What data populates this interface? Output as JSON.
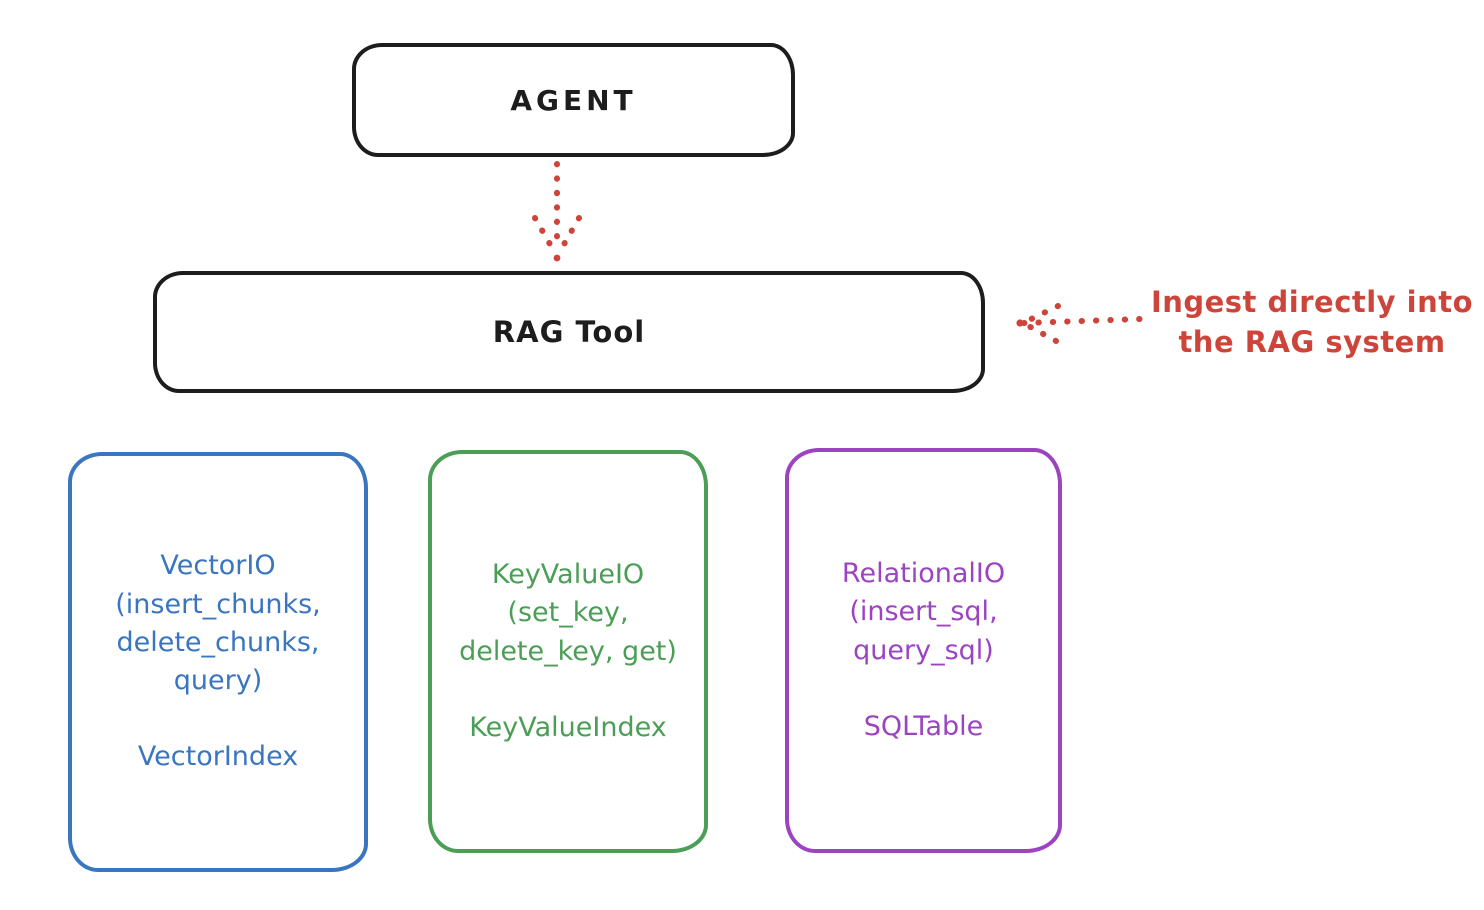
{
  "nodes": {
    "agent": {
      "label": "AGENT"
    },
    "rag_tool": {
      "label": "RAG Tool"
    }
  },
  "annotation": {
    "line1": "Ingest directly into",
    "line2": "the RAG system"
  },
  "storage_nodes": [
    {
      "id": "vector-io",
      "color": "#3a76c0",
      "lines": [
        "VectorIO",
        "(insert_chunks,",
        "delete_chunks,",
        "query)"
      ],
      "index_label": "VectorIndex"
    },
    {
      "id": "keyvalue-io",
      "color": "#4a9e55",
      "lines": [
        "KeyValueIO",
        "(set_key,",
        "delete_key, get)"
      ],
      "index_label": "KeyValueIndex"
    },
    {
      "id": "relational-io",
      "color": "#9c43c2",
      "lines": [
        "RelationalIO",
        "(insert_sql,",
        "query_sql)"
      ],
      "index_label": "SQLTable"
    }
  ],
  "colors": {
    "stroke_black": "#1d1d1d",
    "arrow_red": "#cd453a",
    "vector_blue": "#3a76c0",
    "keyvalue_green": "#4a9e55",
    "relational_purple": "#9c43c2",
    "background": "#ffffff"
  }
}
